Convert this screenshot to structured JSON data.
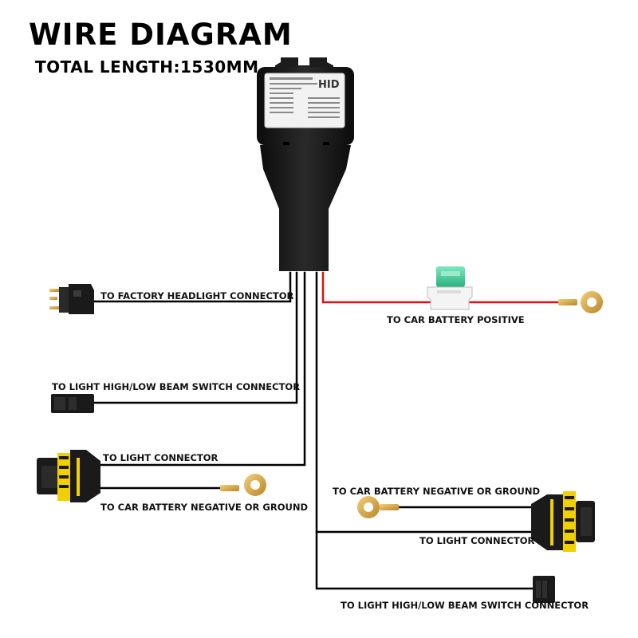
{
  "header": {
    "title": "WIRE DIAGRAM",
    "subtitle": "TOTAL LENGTH:1530MM"
  },
  "relay": {
    "badge": "HID"
  },
  "labels": {
    "factory_headlight": "TO FACTORY HEADLIGHT CONNECTOR",
    "battery_positive": "TO CAR BATTERY POSITIVE",
    "switch_left": "TO LIGHT HIGH/LOW BEAM SWITCH CONNECTOR",
    "light_left": "TO LIGHT CONNECTOR",
    "ground_left": "TO CAR BATTERY NEGATIVE OR GROUND",
    "ground_right": "TO CAR BATTERY NEGATIVE OR GROUND",
    "light_right": "TO LIGHT CONNECTOR",
    "switch_right": "TO LIGHT HIGH/LOW BEAM SWITCH CONNECTOR"
  },
  "colors": {
    "wire_black": "#000000",
    "wire_red": "#e01010",
    "fuse_green": "#3fcf9a",
    "terminal_gold": "#d9a441",
    "connector_yellow": "#f0d000",
    "housing_black": "#1a1a1a"
  },
  "icons": {
    "relay": "relay-module-icon",
    "fuse": "blade-fuse-icon",
    "ring_terminal": "ring-terminal-icon",
    "h4_plug": "h4-plug-icon",
    "socket_9006": "9006-socket-icon",
    "switch_plug": "two-pin-plug-icon"
  }
}
